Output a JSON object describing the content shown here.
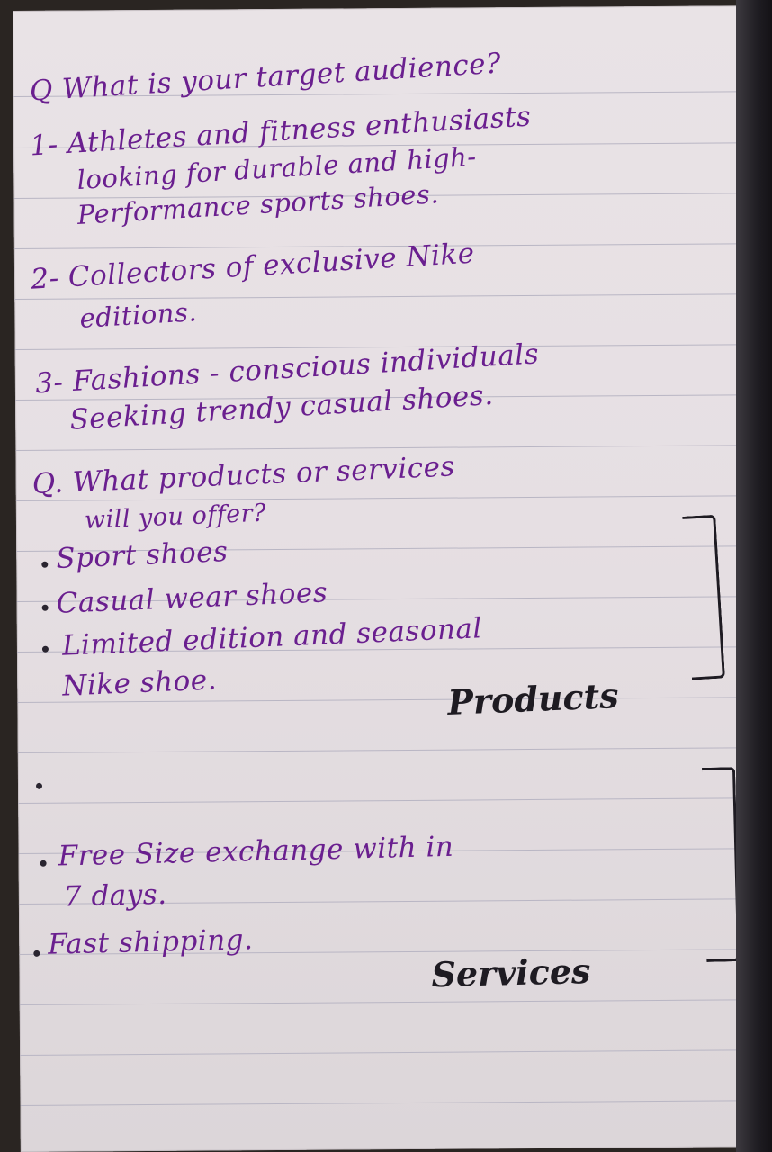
{
  "lines": [
    {
      "id": "q1",
      "text": "Q What is your target audience?"
    },
    {
      "id": "a1a",
      "text": "1- Athletes and fitness enthusiasts"
    },
    {
      "id": "a1b",
      "text": "looking for durable and high-"
    },
    {
      "id": "a1c",
      "text": "Performance sports shoes."
    },
    {
      "id": "a2a",
      "text": "2- Collectors of exclusive Nike"
    },
    {
      "id": "a2b",
      "text": "editions."
    },
    {
      "id": "a3a",
      "text": "3- Fashions - conscious individuals"
    },
    {
      "id": "a3b",
      "text": "Seeking trendy casual shoes."
    },
    {
      "id": "q2a",
      "text": "Q. What products or services"
    },
    {
      "id": "q2b",
      "text": "will you offer?"
    },
    {
      "id": "p1",
      "text": "Sport shoes"
    },
    {
      "id": "p2",
      "text": "Casual wear shoes"
    },
    {
      "id": "p3a",
      "text": "Limited edition and seasonal"
    },
    {
      "id": "p3b",
      "text": "Nike shoe."
    },
    {
      "id": "s1a",
      "text": "Free Size exchange with in"
    },
    {
      "id": "s1b",
      "text": "7 days."
    },
    {
      "id": "s2",
      "text": "Fast shipping."
    }
  ],
  "labels": {
    "products": "Products",
    "services": "Services"
  },
  "colors": {
    "purple_ink": "#6a1f8f",
    "dark_ink": "#2a2530",
    "paper": "#e6dfe3"
  }
}
